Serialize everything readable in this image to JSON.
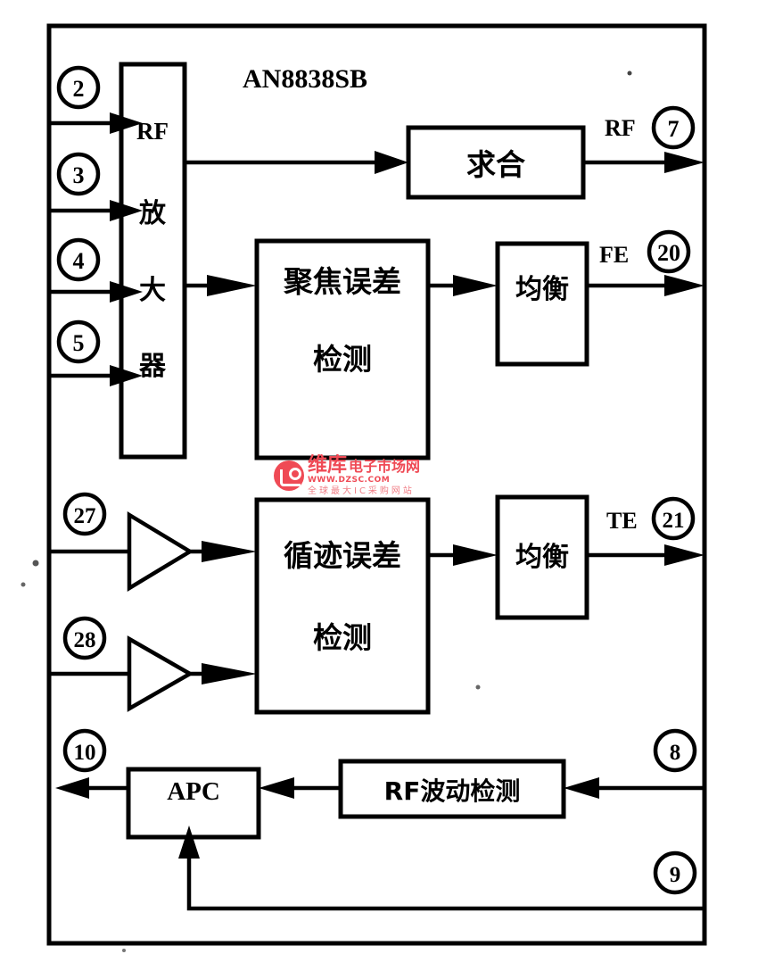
{
  "diagram": {
    "title": "AN8838SB",
    "type": "block-diagram",
    "description": "AN8838SB optical pickup signal processing block diagram",
    "blocks": [
      {
        "id": "rf-amplifier",
        "label": "RF 放 大 器",
        "orientation": "vertical"
      },
      {
        "id": "summing",
        "label": "求合"
      },
      {
        "id": "focus-error-detect",
        "label_line1": "聚焦误差",
        "label_line2": "检测"
      },
      {
        "id": "equalizer-fe",
        "label": "均衡"
      },
      {
        "id": "tracking-error-detect",
        "label_line1": "循迹误差",
        "label_line2": "检测"
      },
      {
        "id": "equalizer-te",
        "label": "均衡"
      },
      {
        "id": "apc",
        "label": "APC"
      },
      {
        "id": "rf-ripple-detect",
        "label": "RF波动检测"
      }
    ],
    "rf_amp_chars": [
      "RF",
      "放",
      "大",
      "器"
    ],
    "signal_labels": {
      "rf": "RF",
      "fe": "FE",
      "te": "TE"
    },
    "pins": {
      "left": [
        "2",
        "3",
        "4",
        "5",
        "27",
        "28",
        "10"
      ],
      "right": [
        "7",
        "20",
        "21",
        "8",
        "9"
      ]
    },
    "pin_2": "2",
    "pin_3": "3",
    "pin_4": "4",
    "pin_5": "5",
    "pin_7": "7",
    "pin_8": "8",
    "pin_9": "9",
    "pin_10": "10",
    "pin_20": "20",
    "pin_21": "21",
    "pin_27": "27",
    "pin_28": "28",
    "amplifiers": [
      "tracking-amp-1",
      "tracking-amp-2"
    ],
    "colors": {
      "line": "#000000",
      "background": "#ffffff",
      "watermark": "#ef4a55"
    }
  },
  "watermark": {
    "brand_cn": "维库",
    "brand_cn2": "电子市场网",
    "url": "WWW.DZSC.COM",
    "tagline": "全球最大IC采购网站"
  }
}
